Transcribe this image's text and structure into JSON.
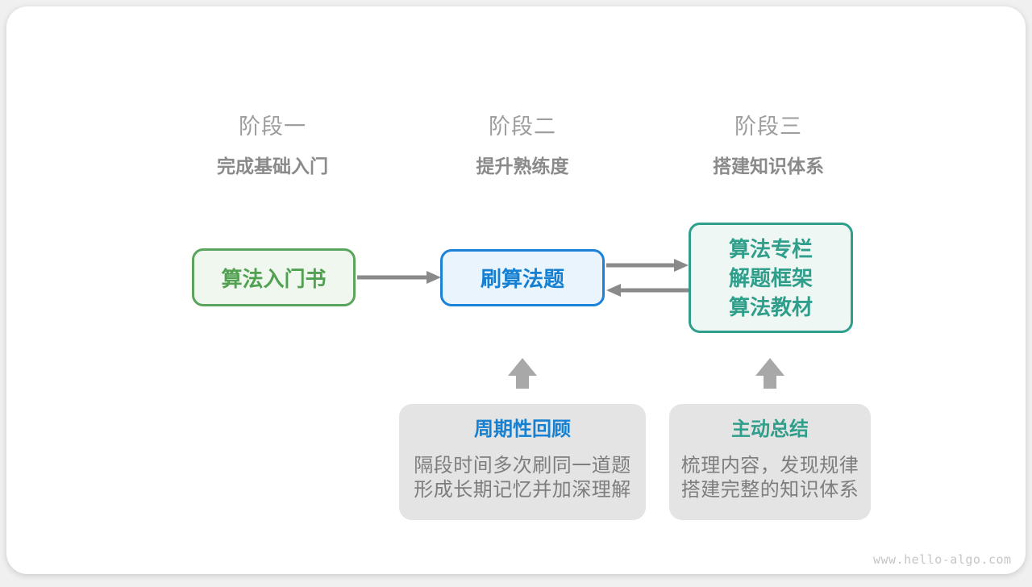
{
  "brand": {
    "watermark": "www.hello-algo.com"
  },
  "colors": {
    "canvas_bg": "#f0f0f0",
    "card_bg": "#ffffff",
    "stage_title": "#9e9e9e",
    "stage_subtitle": "#8a8a8a",
    "green_border": "#5ba45b",
    "green_fill": "#eff7ee",
    "green_text": "#52a152",
    "blue_border": "#1a82d9",
    "blue_fill": "#e9f4fd",
    "blue_text": "#1580d2",
    "teal_border": "#2f9e8a",
    "teal_fill": "#eef7f4",
    "teal_text": "#2f9e8a",
    "arrow": "#8a8a8a",
    "block_arrow": "#a8a8a8",
    "callout_bg": "#e4e4e4",
    "callout_body_text": "#7d7d7d",
    "watermark_text": "#c6c6c6"
  },
  "stages": [
    {
      "title": "阶段一",
      "subtitle": "完成基础入门"
    },
    {
      "title": "阶段二",
      "subtitle": "提升熟练度"
    },
    {
      "title": "阶段三",
      "subtitle": "搭建知识体系"
    }
  ],
  "nodes": {
    "intro_book": {
      "label": "算法入门书"
    },
    "practice": {
      "label": "刷算法题"
    },
    "resources": {
      "lines": [
        "算法专栏",
        "解题框架",
        "算法教材"
      ]
    }
  },
  "callouts": [
    {
      "title": "周期性回顾",
      "lines": [
        "隔段时间多次刷同一道题",
        "形成长期记忆并加深理解"
      ]
    },
    {
      "title": "主动总结",
      "lines": [
        "梳理内容，发现规律",
        "搭建完整的知识体系"
      ]
    }
  ]
}
